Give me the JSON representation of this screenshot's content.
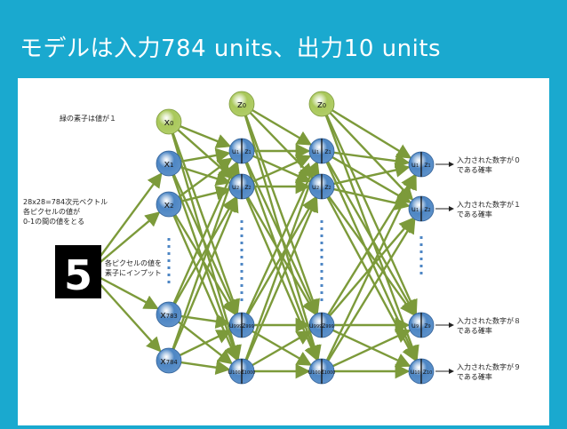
{
  "slide": {
    "title": "モデルは入力784 units、出力10 units"
  },
  "colors": {
    "background": "#1aa9cf",
    "panel": "#ffffff",
    "edge": "#7c9a3a",
    "node_green": "#a9c85a",
    "node_blue": "#4d86c4",
    "bias_node": "#a9c85a"
  },
  "notes": {
    "green_bias": "緑の素子は値が１",
    "input_desc_1": "28x28=784次元ベクトル",
    "input_desc_2": "各ピクセルの値が",
    "input_desc_3": "0-1の間の値をとる",
    "pixel_input_1": "各ピクセルの値を",
    "pixel_input_2": "素子にインプット",
    "digit_image": "5"
  },
  "input_layer": {
    "bias": "x0",
    "nodes": [
      "x1",
      "x2",
      "x783",
      "x784"
    ]
  },
  "hidden_layer_1": {
    "bias": "z0",
    "units": [
      {
        "u": "u1",
        "z": "z1"
      },
      {
        "u": "u2",
        "z": "z2"
      },
      {
        "u": "u999",
        "z": "z999"
      },
      {
        "u": "u1000",
        "z": "z1000"
      }
    ]
  },
  "hidden_layer_2": {
    "bias": "z0",
    "units": [
      {
        "u": "u1",
        "z": "z1"
      },
      {
        "u": "u2",
        "z": "z2"
      },
      {
        "u": "u999",
        "z": "z999"
      },
      {
        "u": "u1000",
        "z": "z1000"
      }
    ]
  },
  "output_layer": {
    "units": [
      {
        "u": "u1",
        "z": "z1",
        "desc1": "入力された数字が０",
        "desc2": "である確率"
      },
      {
        "u": "u1",
        "z": "z2",
        "desc1": "入力された数字が１",
        "desc2": "である確率"
      },
      {
        "u": "u9",
        "z": "z9",
        "desc1": "入力された数字が８",
        "desc2": "である確率"
      },
      {
        "u": "u10",
        "z": "z10",
        "desc1": "入力された数字が９",
        "desc2": "である確率"
      }
    ]
  }
}
